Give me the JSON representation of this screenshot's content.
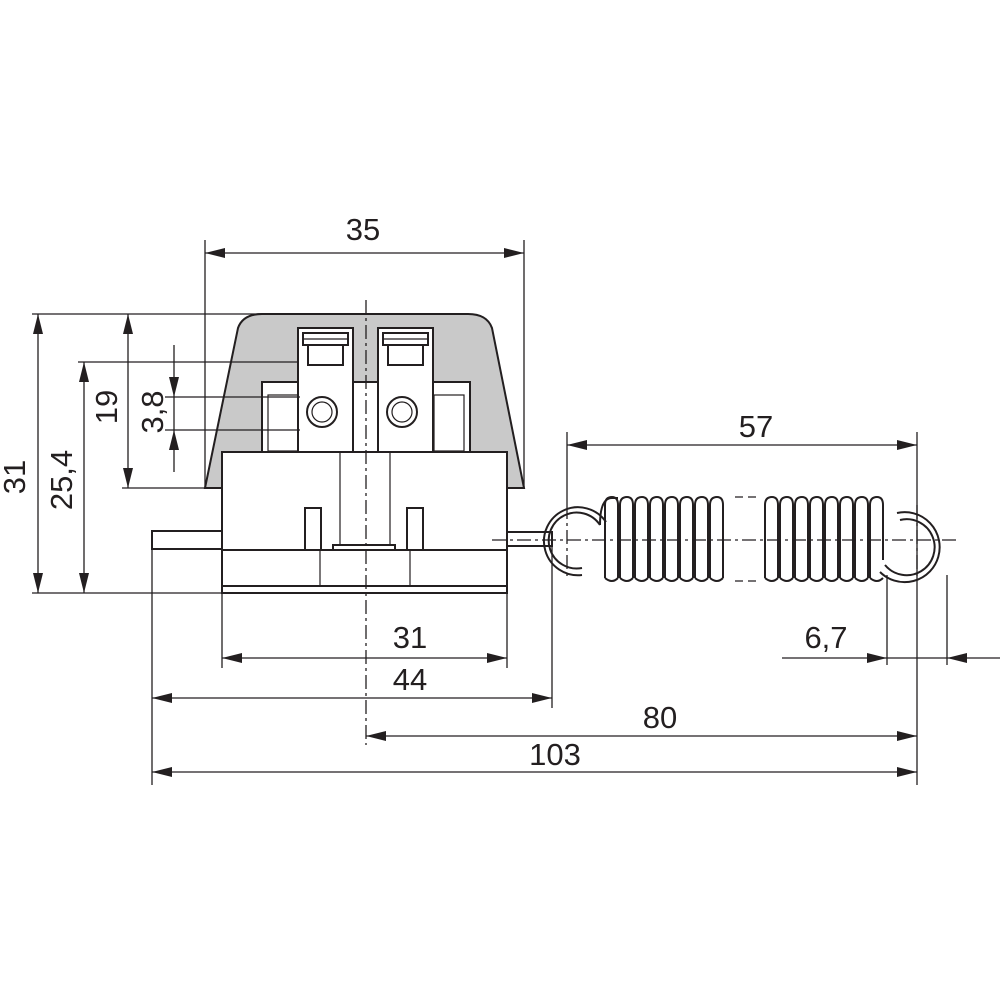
{
  "dimensions": {
    "width_35": "35",
    "height_31": "31",
    "height_25_4": "25,4",
    "height_19": "19",
    "height_3_8": "3,8",
    "spring_57": "57",
    "base_31": "31",
    "overall_44": "44",
    "eye_6_7": "6,7",
    "center_80": "80",
    "overall_103": "103"
  }
}
